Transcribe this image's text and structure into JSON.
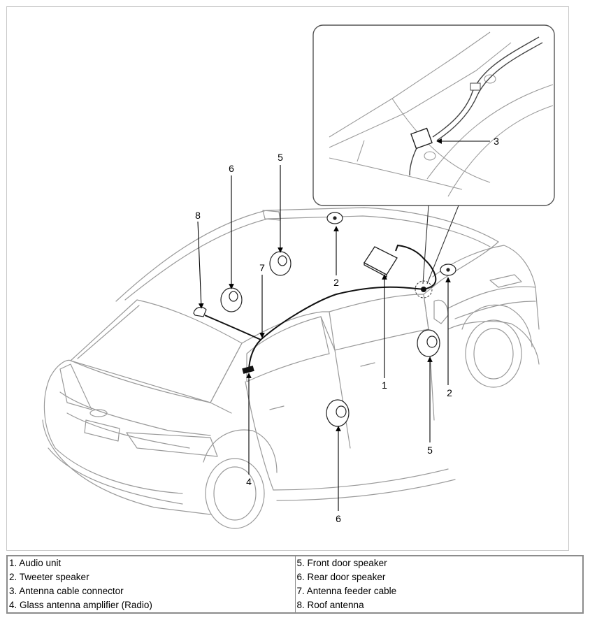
{
  "diagram": {
    "callouts": {
      "c1": "1",
      "c2a": "2",
      "c2b": "2",
      "c3": "3",
      "c4": "4",
      "c5a": "5",
      "c5b": "5",
      "c6a": "6",
      "c6b": "6",
      "c7": "7",
      "c8": "8"
    }
  },
  "legend": {
    "left": [
      "1. Audio unit",
      "2. Tweeter speaker",
      "3. Antenna cable connector",
      "4. Glass antenna amplifier (Radio)"
    ],
    "right": [
      "5. Front door speaker",
      "6. Rear door speaker",
      "7. Antenna feeder cable",
      "8. Roof antenna"
    ]
  },
  "colors": {
    "line": "#8a8a8a",
    "ink": "#000000",
    "table_border": "#8c8c8c"
  }
}
